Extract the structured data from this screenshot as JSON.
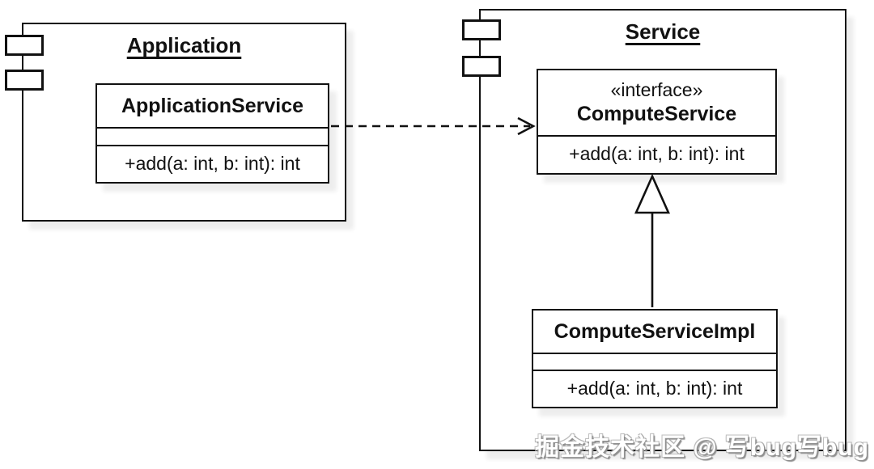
{
  "diagram": {
    "type": "uml-component-class-diagram",
    "watermark": "掘金技术社区 @ 写bug写bug",
    "components": {
      "application": {
        "name": "Application",
        "class": {
          "name": "ApplicationService",
          "attributes": [],
          "method": "+add(a: int, b: int): int"
        }
      },
      "service": {
        "name": "Service",
        "interface": {
          "stereotype": "«interface»",
          "name": "ComputeService",
          "method": "+add(a: int, b: int): int"
        },
        "impl": {
          "name": "ComputeServiceImpl",
          "attributes": [],
          "method": "+add(a: int, b: int): int"
        }
      }
    },
    "relations": [
      {
        "type": "dependency",
        "from": "ApplicationService",
        "to": "ComputeService",
        "line": "dashed",
        "arrowhead": "open-v"
      },
      {
        "type": "realization",
        "from": "ComputeServiceImpl",
        "to": "ComputeService",
        "line": "solid",
        "arrowhead": "hollow-triangle"
      }
    ],
    "colors": {
      "line": "#111111",
      "background": "#ffffff",
      "box_fill": "#ffffff",
      "shadow": "#ececec",
      "watermark_fill": "#ffffff",
      "watermark_outline": "#9a9a9a"
    }
  }
}
